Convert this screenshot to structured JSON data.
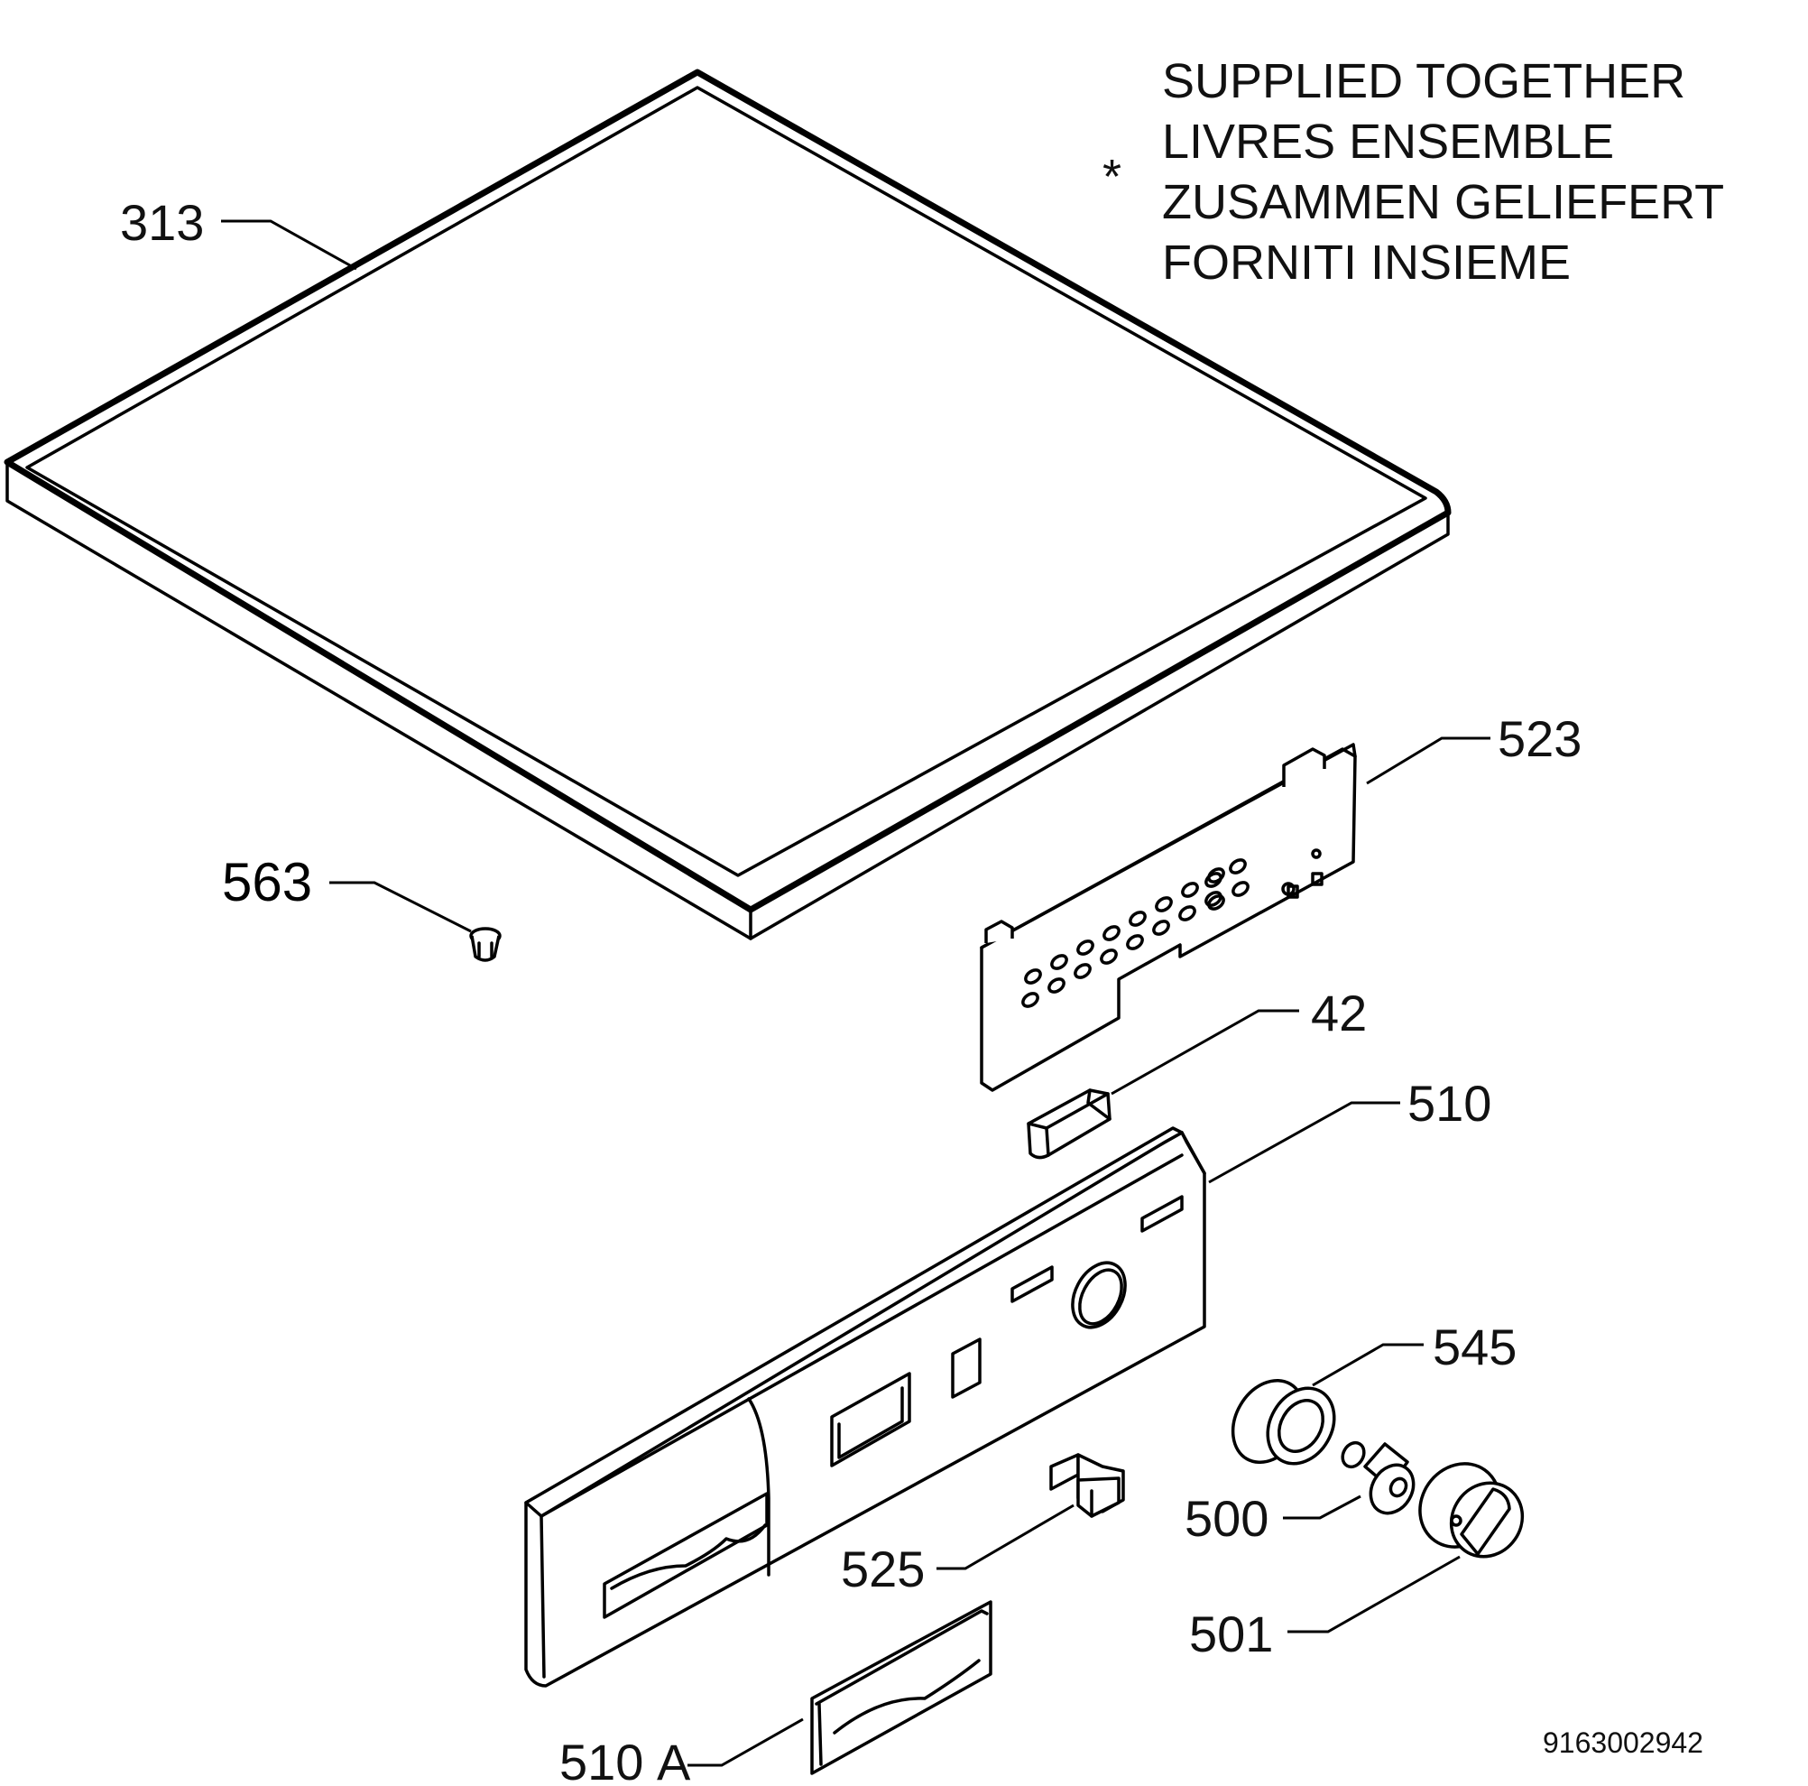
{
  "legend": {
    "symbol": "*",
    "lines": [
      "SUPPLIED TOGETHER",
      "LIVRES ENSEMBLE",
      "ZUSAMMEN GELIEFERT",
      "FORNITI INSIEME"
    ]
  },
  "parts": {
    "p313": "313",
    "p563": "563",
    "p523": "523",
    "p42": "42",
    "p510": "510",
    "p545": "545",
    "p500": "500",
    "p525": "525",
    "p501": "501",
    "p510a_num": "510",
    "p510a_suffix": "A"
  },
  "drawing_code": "9163002942"
}
